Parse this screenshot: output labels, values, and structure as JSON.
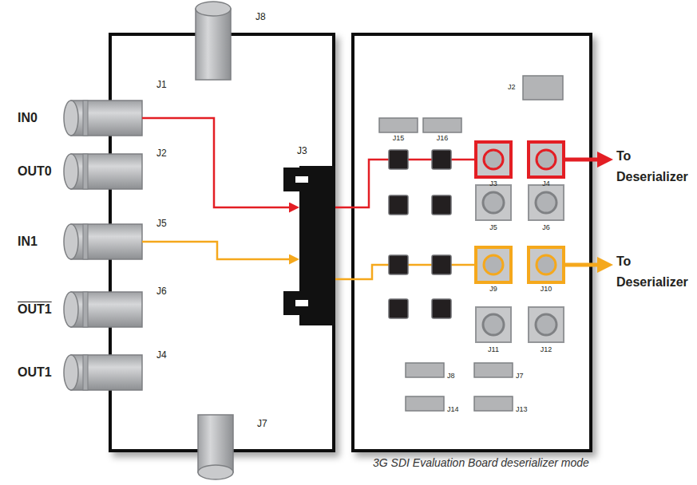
{
  "diagram": {
    "caption": "3G SDI Evaluation Board deserializer mode",
    "nodes": [
      {
        "text": [
          "IN0",
          "J1"
        ]
      },
      {
        "text": [
          "J3"
        ]
      },
      {
        "text": [
          "IN1",
          "J5"
        ]
      },
      {
        "text": [
          "J3"
        ]
      },
      {
        "text": [
          "J4"
        ]
      },
      {
        "text": [
          "To Deserializer"
        ]
      },
      {
        "text": [
          "J9"
        ]
      },
      {
        "text": [
          "J10"
        ]
      },
      {
        "text": [
          "To Deserializer"
        ]
      }
    ],
    "edges": [
      {
        "from": 0,
        "to": 1,
        "arrow": "to"
      },
      {
        "from": 2,
        "to": 1,
        "arrow": "to"
      },
      {
        "from": 1,
        "to": 3,
        "arrow": "none"
      },
      {
        "from": 1,
        "to": 6,
        "arrow": "none"
      },
      {
        "from": 4,
        "to": 5,
        "arrow": "to"
      },
      {
        "from": 7,
        "to": 8,
        "arrow": "to"
      }
    ],
    "labels": [
      "OUT0",
      "J2",
      "OUT1",
      "J6",
      "OUT1",
      "J4",
      "J8",
      "J7",
      "J2",
      "J15",
      "J16",
      "J5",
      "J6",
      "J11",
      "J12",
      "J8",
      "J7",
      "J14",
      "J13"
    ]
  }
}
